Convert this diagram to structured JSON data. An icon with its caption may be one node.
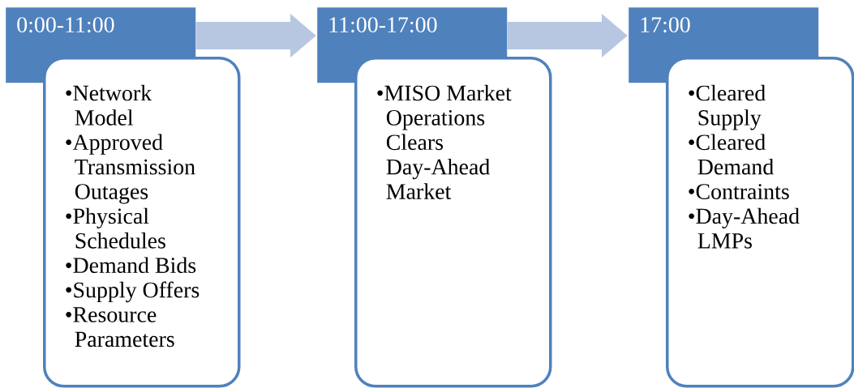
{
  "diagram": {
    "nodes": [
      {
        "text": [
          "0:00-11:00"
        ]
      },
      {
        "text": [
          "•Network Model",
          "•Approved Transmission Outages",
          "•Physical Schedules",
          "•Demand Bids",
          "•Supply Offers",
          "•Resource Parameters"
        ]
      },
      {
        "text": [
          "11:00-17:00"
        ]
      },
      {
        "text": [
          "•MISO Market Operations Clears Day-Ahead Market"
        ]
      },
      {
        "text": [
          "17:00"
        ]
      },
      {
        "text": [
          "•Cleared Supply",
          "•Cleared Demand",
          "•Contraints",
          "•Day-Ahead LMPs"
        ]
      }
    ],
    "edges": [
      {
        "from": 0,
        "to": 2,
        "arrow": "to"
      },
      {
        "from": 2,
        "to": 4,
        "arrow": "to"
      }
    ]
  }
}
